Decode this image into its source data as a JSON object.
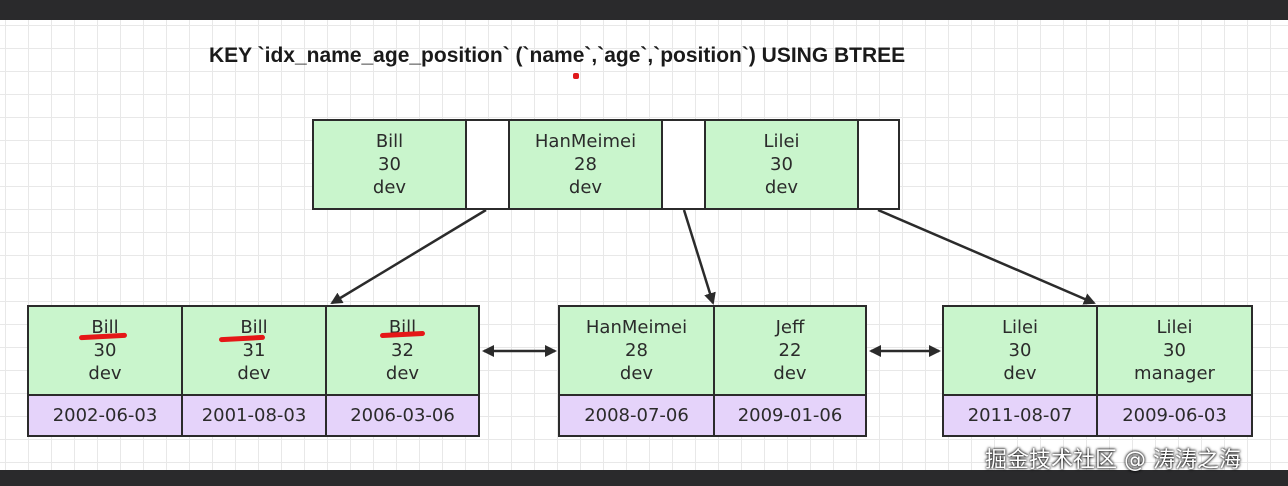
{
  "title": "KEY `idx_name_age_position` (`name`,`age`,`position`) USING BTREE",
  "root": {
    "keys": [
      {
        "name": "Bill",
        "age": "30",
        "position": "dev"
      },
      {
        "name": "HanMeimei",
        "age": "28",
        "position": "dev"
      },
      {
        "name": "Lilei",
        "age": "30",
        "position": "dev"
      }
    ]
  },
  "leaves": [
    {
      "entries": [
        {
          "name": "Bill",
          "age": "30",
          "position": "dev",
          "date": "2002-06-03"
        },
        {
          "name": "Bill",
          "age": "31",
          "position": "dev",
          "date": "2001-08-03"
        },
        {
          "name": "Bill",
          "age": "32",
          "position": "dev",
          "date": "2006-03-06"
        }
      ]
    },
    {
      "entries": [
        {
          "name": "HanMeimei",
          "age": "28",
          "position": "dev",
          "date": "2008-07-06"
        },
        {
          "name": "Jeff",
          "age": "22",
          "position": "dev",
          "date": "2009-01-06"
        }
      ]
    },
    {
      "entries": [
        {
          "name": "Lilei",
          "age": "30",
          "position": "dev",
          "date": "2011-08-07"
        },
        {
          "name": "Lilei",
          "age": "30",
          "position": "manager",
          "date": "2009-06-03"
        }
      ]
    }
  ],
  "colors": {
    "key_fill": "#c9f5cc",
    "date_fill": "#e5d3fa",
    "border": "#2b2b2b",
    "highlight": "#e51717"
  },
  "watermark": "掘金技术社区 @ 涛涛之海"
}
